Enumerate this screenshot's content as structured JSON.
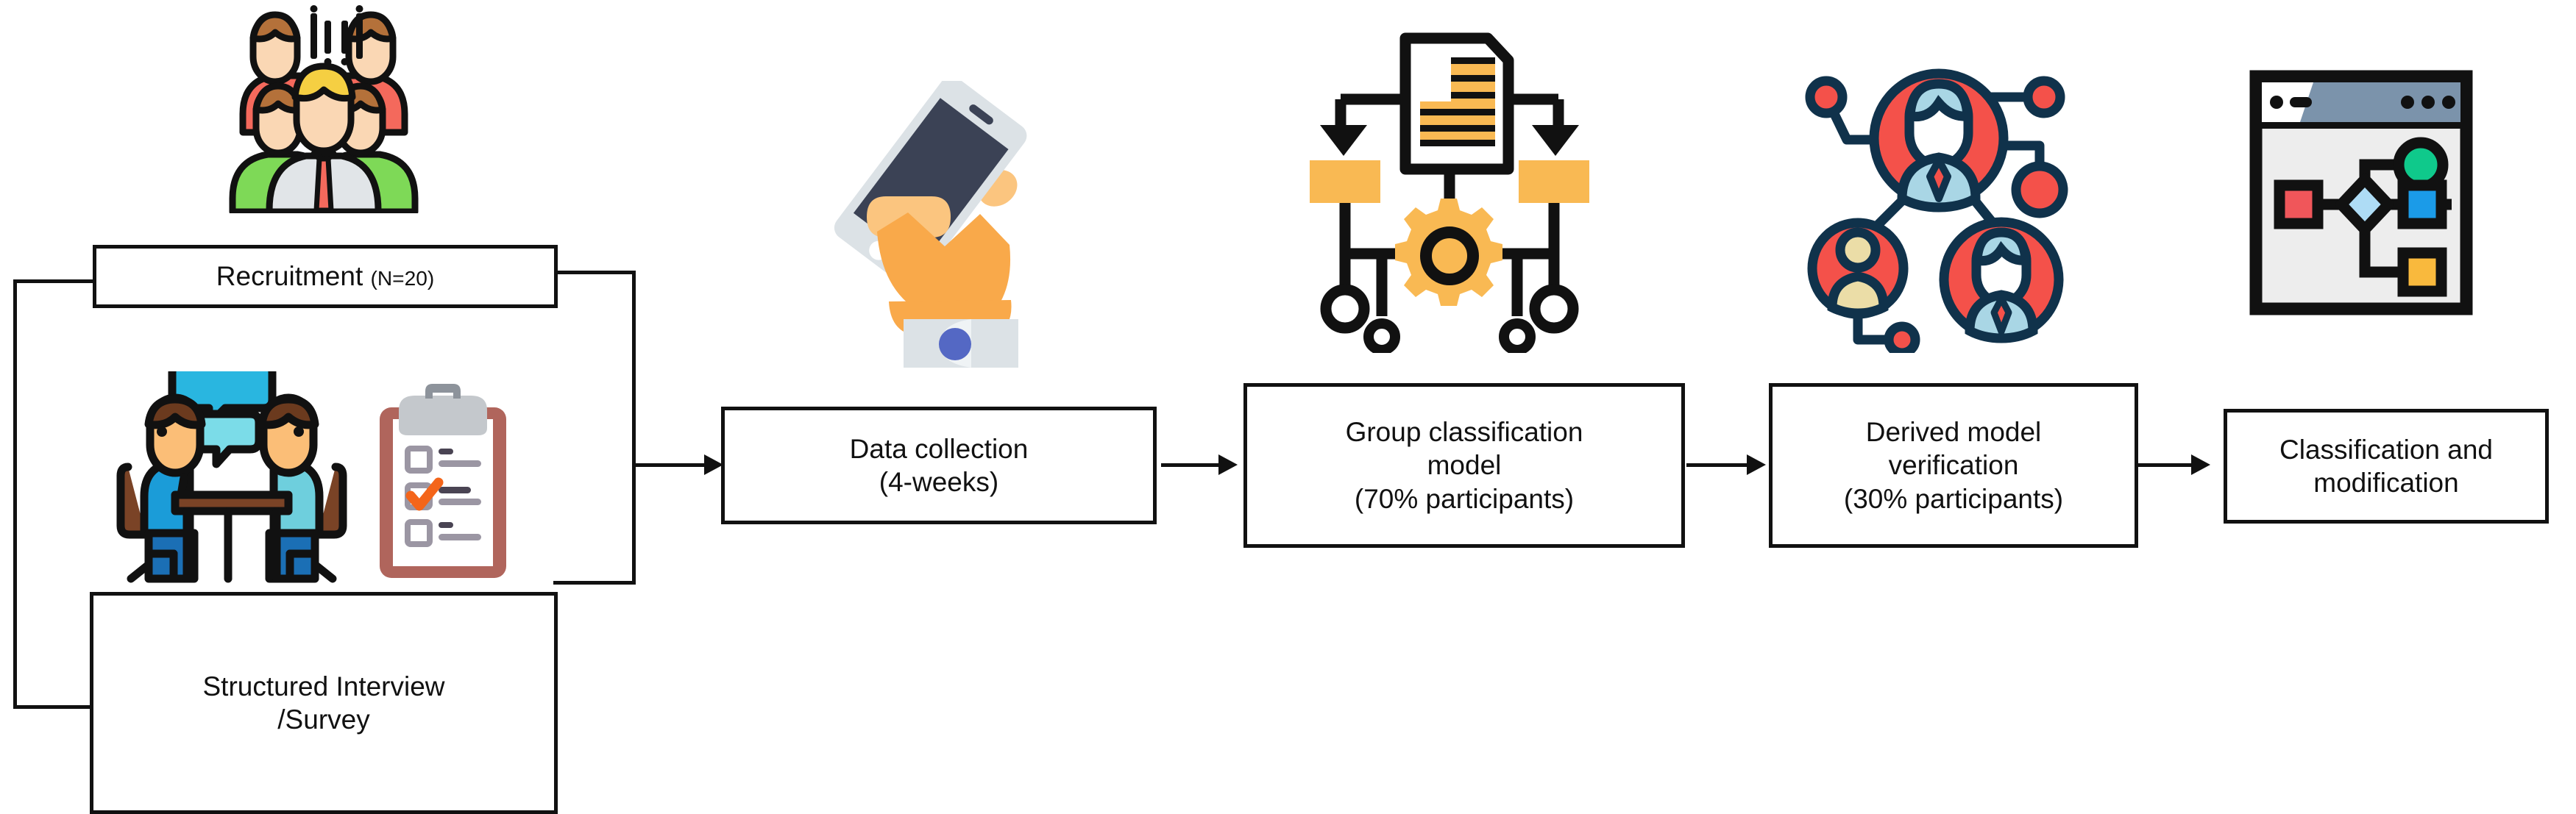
{
  "diagram": {
    "type": "flowchart",
    "title": "Study procedure flow diagram",
    "orientation": "left-to-right",
    "background": "#ffffff",
    "line_color": "#111111"
  },
  "nodes": [
    {
      "id": "recruitment",
      "label_main": "Recruitment",
      "label_sub": "(N=20)",
      "icon": "people-group-icon"
    },
    {
      "id": "structured-interview",
      "label_line1": "Structured Interview",
      "label_line2": "/Survey",
      "icon": "interview-icon"
    },
    {
      "id": "data-collection",
      "label_line1": "Data collection",
      "label_line2": "(4-weeks)",
      "icon": "hand-phone-icon"
    },
    {
      "id": "group-classification-model",
      "label_line1": "Group classification",
      "label_line2": "model",
      "label_line3": "(70% participants)",
      "icon": "classification-flow-icon"
    },
    {
      "id": "derived-model-verification",
      "label_line1": "Derived model",
      "label_line2": "verification",
      "label_line3": "(30% participants)",
      "icon": "network-people-icon"
    },
    {
      "id": "classification-and-modification",
      "label_line1": "Classification and",
      "label_line2": "modification",
      "icon": "browser-flowchart-icon"
    }
  ],
  "icons": {
    "people_group": {
      "name": "people-group-icon",
      "colors": {
        "back_shirt": "#F4695C",
        "mid_shirt": "#7ED957",
        "front_shirt": "#E1E5E8",
        "tie": "#F4695C",
        "hair_brown": "#B4713A",
        "hair_blonde": "#F5CF42",
        "skin": "#FAD7B4",
        "outline": "#111111"
      }
    },
    "interview": {
      "name": "interview-icon",
      "colors": {
        "shirt_left": "#1B9CD8",
        "shirt_right": "#6ECFDD",
        "pants": "#1B6FB5",
        "table": "#7A4326",
        "chair": "#7A4326",
        "bubble_top": "#29B6E0",
        "bubble_bottom": "#7BDCE8",
        "skin": "#FBBE77",
        "hair": "#6B3A1E",
        "outline": "#111111"
      }
    },
    "clipboard": {
      "name": "clipboard-survey-icon",
      "colors": {
        "board": "#B0655C",
        "paper": "#FFFFFF",
        "clip": "#C4C8CC",
        "check": "#F4651A",
        "line_dark": "#4A4453",
        "line_light": "#9B96A3"
      },
      "rows": 3,
      "checked_row": 2
    },
    "hand_phone": {
      "name": "hand-phone-icon",
      "colors": {
        "hand": "#F9A94A",
        "hand_light": "#FBC57F",
        "phone_body": "#DCE2E6",
        "screen": "#3B4255",
        "cuff": "#DCE2E6",
        "button": "#5468C4"
      }
    },
    "classification_flow": {
      "name": "classification-flow-icon",
      "colors": {
        "accent": "#F9B953",
        "outline": "#111111",
        "paper": "#FFFFFF"
      }
    },
    "network_people": {
      "name": "network-people-icon",
      "colors": {
        "circle": "#F4514A",
        "avatar": "#A9D6E5",
        "avatar_alt": "#EBDDA7",
        "face": "#FFFFFF",
        "outline": "#10324B"
      }
    },
    "browser_flowchart": {
      "name": "browser-flowchart-icon",
      "colors": {
        "titlebar": "#7B93AB",
        "page": "#EDEDED",
        "outline": "#111111",
        "red": "#F0565A",
        "diamond": "#AEDCF5",
        "green": "#0FC98B",
        "blue": "#1B9BE8",
        "orange": "#F9B93D"
      }
    }
  }
}
